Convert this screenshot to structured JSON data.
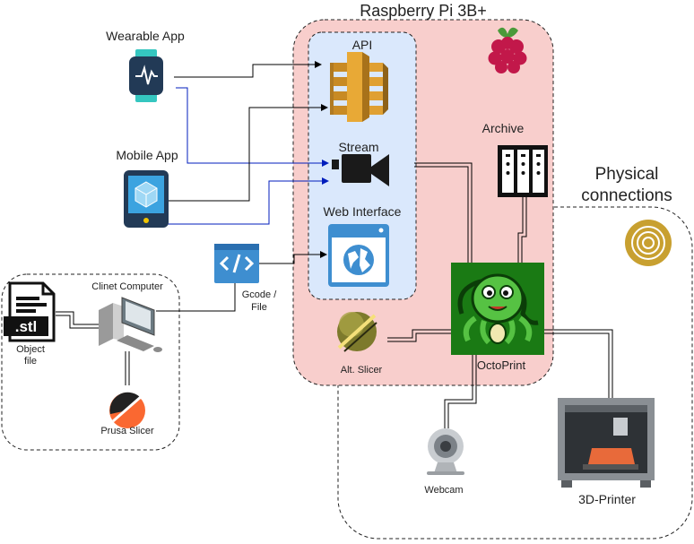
{
  "groups": {
    "raspberry": "Raspberry Pi 3B+",
    "physical": "Physical connections"
  },
  "nodes": {
    "wearable": "Wearable App",
    "mobile": "Mobile App",
    "api": "API",
    "stream": "Stream",
    "web_interface": "Web Interface",
    "archive": "Archive",
    "gcode": "Gcode / File",
    "client": "Clinet Computer",
    "object_file": "Object file",
    "prusa": "Prusa Slicer",
    "alt_slicer": "Alt. Slicer",
    "octoprint": "OctoPrint",
    "webcam": "Webcam",
    "printer": "3D-Printer"
  },
  "colors": {
    "pi_fill": "#f8cecc",
    "panel_fill": "#dae8fc",
    "arrow_blue": "#001dbc",
    "line": "#000000",
    "octo_green": "#1a7a14",
    "icon_blue": "#3e8ed0",
    "aws_orange": "#d09a2c",
    "gold": "#c8a030"
  },
  "icons": [
    "watch-icon",
    "mobile-icon",
    "api-gateway-icon",
    "video-camera-icon",
    "web-browser-icon",
    "raspberry-icon",
    "server-rack-icon",
    "code-file-icon",
    "stl-file-icon",
    "desktop-computer-icon",
    "prusa-slicer-icon",
    "slicer-ball-icon",
    "octopus-icon",
    "webcam-icon",
    "printer-3d-icon",
    "target-icon"
  ]
}
